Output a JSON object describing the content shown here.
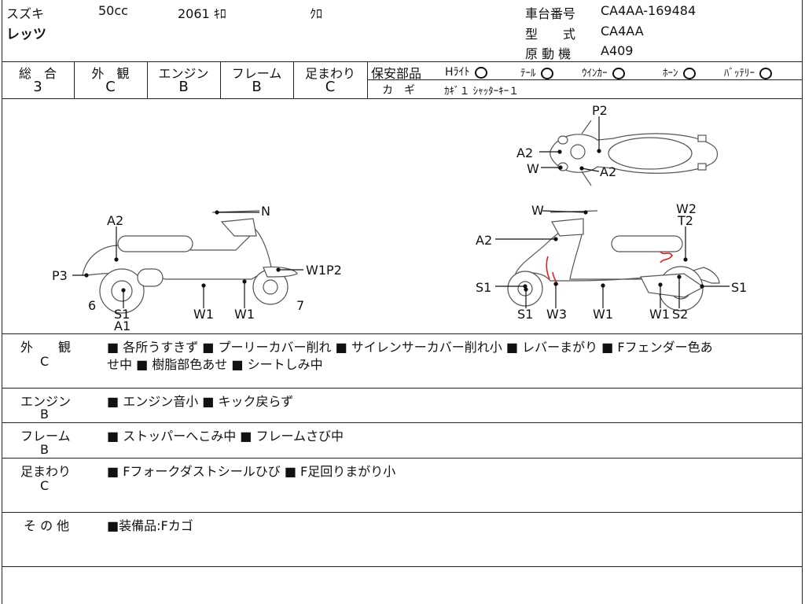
{
  "header": {
    "maker": "スズキ",
    "cc": "50cc",
    "mileage": "2061 ｷﾛ",
    "color": "ｸﾛ",
    "model_name": "レッツ",
    "chassis_label": "車台番号",
    "chassis_value": "CA4AA-169484",
    "type_label": "型　　式",
    "type_value": "CA4AA",
    "engine_label": "原 動 機",
    "engine_value": "A409"
  },
  "grades": {
    "total_label": "総　合",
    "total_value": "3",
    "exterior_label": "外　観",
    "exterior_value": "C",
    "engine_label": "エンジン",
    "engine_value": "B",
    "frame_label": "フレーム",
    "frame_value": "B",
    "suspension_label": "足まわり",
    "suspension_value": "C"
  },
  "safety": {
    "label": "保安部品",
    "items": [
      {
        "label": "Hﾗｲﾄ",
        "mark": "O"
      },
      {
        "label": "ﾃｰﾙ",
        "mark": "O"
      },
      {
        "label": "ｳｲﾝｶｰ",
        "mark": "O"
      },
      {
        "label": "ﾎｰﾝ",
        "mark": "O"
      },
      {
        "label": "ﾊﾞｯﾃﾘｰ",
        "mark": "O"
      }
    ],
    "key_label": "カ　ギ",
    "key_value": "ｶｷﾞ１ ｼｬｯﾀｰｷｰ１"
  },
  "diagram_labels": {
    "top": [
      "P2",
      "A2",
      "W",
      "A2"
    ],
    "left": [
      "N",
      "A2",
      "P3",
      "W1P2",
      "6",
      "S1",
      "A1",
      "W1",
      "W1",
      "7"
    ],
    "right": [
      "W",
      "W2",
      "T2",
      "A2",
      "S1",
      "S1",
      "S1",
      "W3",
      "W1",
      "W1",
      "S2"
    ]
  },
  "remarks": [
    {
      "label": "外　　観",
      "grade": "C",
      "line1": "■ 各所うすきず ■ プーリーカバー削れ ■ サイレンサーカバー削れ小 ■ レバーまがり ■ Fフェンダー色あ",
      "line2": "せ中 ■ 樹脂部色あせ ■ シートしみ中"
    },
    {
      "label": "エンジン",
      "grade": "B",
      "line1": "■ エンジン音小 ■ キック戻らず"
    },
    {
      "label": "フレーム",
      "grade": "B",
      "line1": "■ ストッパーへこみ中 ■ フレームさび中"
    },
    {
      "label": "足まわり",
      "grade": "C",
      "line1": "■ Fフォークダストシールひび ■ F足回りまがり小"
    },
    {
      "label": "そ の 他",
      "line1": "■装備品:Fカゴ"
    }
  ]
}
